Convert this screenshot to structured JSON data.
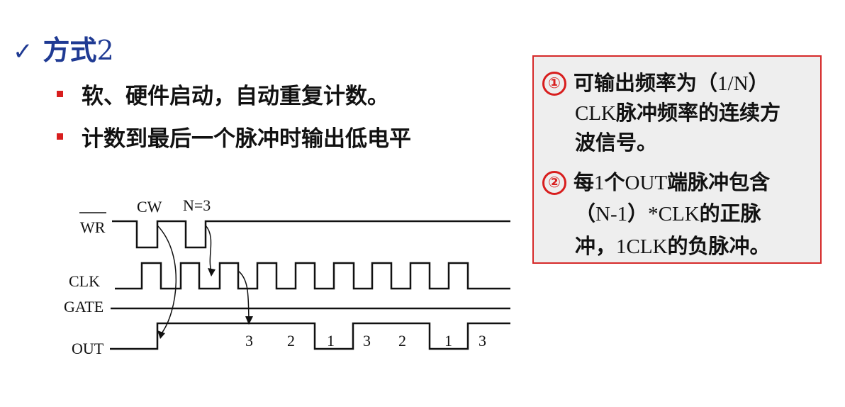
{
  "title": {
    "check": "✓",
    "text": "方式",
    "num": "2"
  },
  "bullets": [
    "软、硬件启动，自动重复计数。",
    "计数到最后一个脉冲时输出低电平"
  ],
  "note": {
    "item1_marker": "①",
    "item1_line1_a": "可输出频率为（",
    "item1_line1_b": "1/N",
    "item1_line1_c": "）",
    "item1_line2_a": "CLK",
    "item1_line2_b": "脉冲频率的连续方",
    "item1_line3": "波信号。",
    "item2_marker": "②",
    "item2_line1_a": "每",
    "item2_line1_b": "1",
    "item2_line1_c": "个",
    "item2_line1_d": "OUT",
    "item2_line1_e": "端脉冲包含",
    "item2_line2_a": "（",
    "item2_line2_b": "N-1",
    "item2_line2_c": "）",
    "item2_line2_d": "*CLK",
    "item2_line2_e": "的正脉",
    "item2_line3_a": "冲，",
    "item2_line3_b": "1CLK",
    "item2_line3_c": "的负脉冲。"
  },
  "diagram": {
    "signals": {
      "wr": "WR",
      "clk": "CLK",
      "gate": "GATE",
      "out": "OUT"
    },
    "cw": "CW",
    "n_equals": "N=3",
    "counts": [
      "3",
      "2",
      "1",
      "3",
      "2",
      "1",
      "3"
    ]
  }
}
